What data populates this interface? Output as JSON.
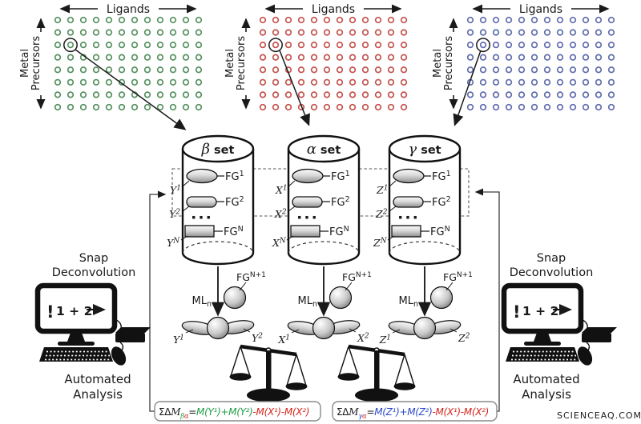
{
  "palette": {
    "green": "#2f9e4c",
    "red": "#d6251c",
    "blue": "#2c49c8",
    "grid_green": "#55915f",
    "grid_red": "#c4534e",
    "grid_blue": "#5f6dac",
    "dark_red": "#8b1414",
    "box_border": "#8a8a8a",
    "watermark_pink": "#f4b3ad",
    "line_gray": "#3c3c3c"
  },
  "grids": [
    {
      "ligands": "Ligands",
      "metal": "Metal",
      "precursors": "Precursors",
      "cols": 12,
      "rows": 8,
      "color": "#55915f",
      "circled_col": 2,
      "circled_row": 3
    },
    {
      "ligands": "Ligands",
      "metal": "Metal",
      "precursors": "Precursors",
      "cols": 12,
      "rows": 8,
      "color": "#c4534e",
      "circled_col": 2,
      "circled_row": 3
    },
    {
      "ligands": "Ligands",
      "metal": "Metal",
      "precursors": "Precursors",
      "cols": 12,
      "rows": 8,
      "color": "#5f6dac",
      "circled_col": 2,
      "circled_row": 3
    }
  ],
  "cylinders": [
    {
      "greek": "β",
      "set_word": " set",
      "color": "#1f9e45",
      "rows": [
        {
          "base": "Y",
          "sup": "1",
          "fg_base": "FG",
          "fg_sup": "1"
        },
        {
          "base": "Y",
          "sup": "2",
          "fg_base": "FG",
          "fg_sup": "2"
        },
        {
          "base": "Y",
          "sup": "N",
          "fg_base": "FG",
          "fg_sup": "N"
        }
      ],
      "dots": "···",
      "ml_base": "ML",
      "ml_sub": "n",
      "fgx_base": "FG",
      "fgx_sup": "N+1",
      "prod_left_base": "Y",
      "prod_left_sup": "1",
      "prod_right_base": "Y",
      "prod_right_sup": "2"
    },
    {
      "greek": "α",
      "set_word": " set",
      "color": "#d6251c",
      "rows": [
        {
          "base": "X",
          "sup": "1",
          "fg_base": "FG",
          "fg_sup": "1"
        },
        {
          "base": "X",
          "sup": "2",
          "fg_base": "FG",
          "fg_sup": "2"
        },
        {
          "base": "X",
          "sup": "N",
          "fg_base": "FG",
          "fg_sup": "N"
        }
      ],
      "dots": "···",
      "ml_base": "ML",
      "ml_sub": "n",
      "fgx_base": "FG",
      "fgx_sup": "N+1",
      "prod_left_base": "X",
      "prod_left_sup": "1",
      "prod_right_base": "X",
      "prod_right_sup": "2"
    },
    {
      "greek": "γ",
      "set_word": " set",
      "color": "#2c49c8",
      "rows": [
        {
          "base": "Z",
          "sup": "1",
          "fg_base": "FG",
          "fg_sup": "1"
        },
        {
          "base": "Z",
          "sup": "2",
          "fg_base": "FG",
          "fg_sup": "2"
        },
        {
          "base": "Z",
          "sup": "N",
          "fg_base": "FG",
          "fg_sup": "N"
        }
      ],
      "dots": "···",
      "ml_base": "ML",
      "ml_sub": "n",
      "fgx_base": "FG",
      "fgx_sup": "N+1",
      "prod_left_base": "Z",
      "prod_left_sup": "1",
      "prod_right_base": "Z",
      "prod_right_sup": "2"
    }
  ],
  "computers": [
    {
      "title1": "Snap",
      "title2": "Deconvolution",
      "excl": "!",
      "screen_text": "1 + 2",
      "caption1": "Automated",
      "caption2": "Analysis"
    },
    {
      "title1": "Snap",
      "title2": "Deconvolution",
      "excl": "!",
      "screen_text": "1 + 2",
      "caption1": "Automated",
      "caption2": "Analysis"
    }
  ],
  "formulas": [
    {
      "lead": "ΣΔ",
      "m": "M",
      "sub1": "β",
      "sub2": "α",
      "eq": "=",
      "pos": "M(Y¹)+M(Y²)",
      "neg": "-M(X¹)-M(X²)"
    },
    {
      "lead": "ΣΔ",
      "m": "M",
      "sub1": "γ",
      "sub2": "α",
      "eq": "=",
      "pos": "M(Z¹)+M(Z²)",
      "neg": "-M(X¹)-M(X²)"
    }
  ],
  "watermark": "SCIENCEAQ.COM"
}
